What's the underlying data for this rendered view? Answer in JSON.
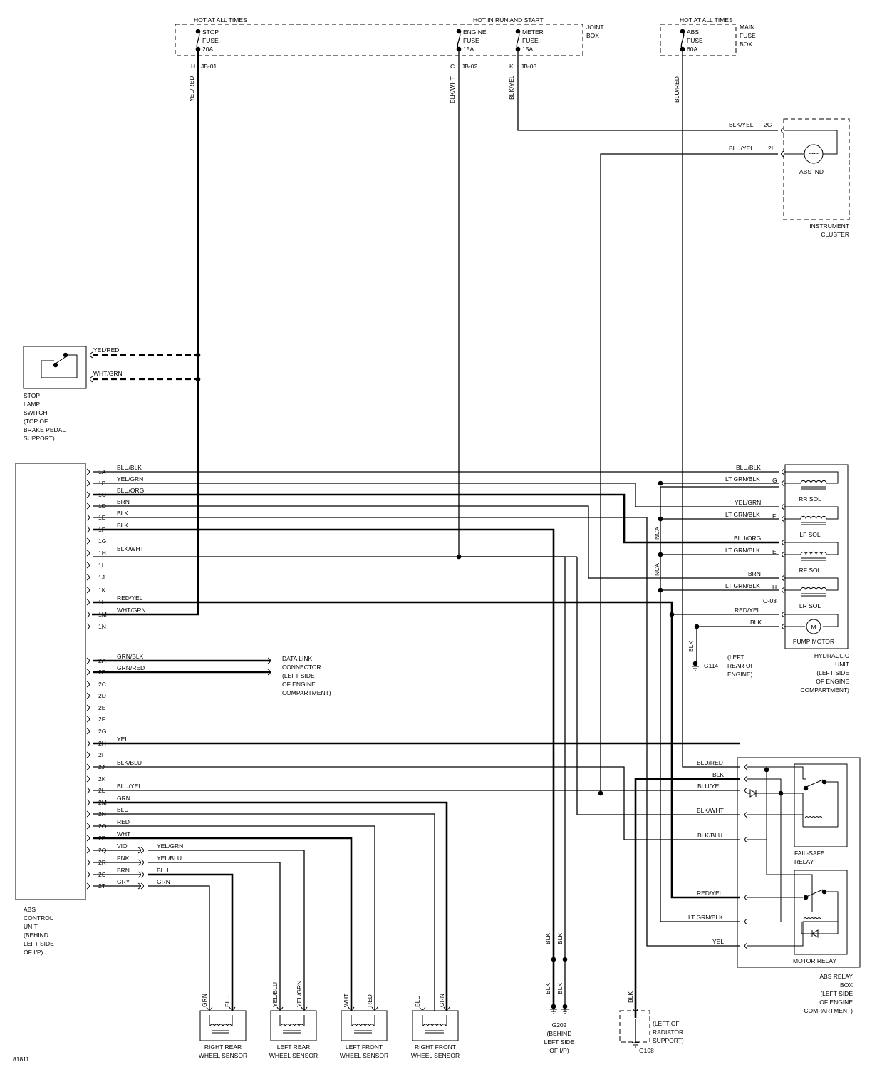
{
  "fuses": {
    "hot_all_times_1": "HOT AT ALL TIMES",
    "hot_run_start": "HOT IN RUN AND START",
    "hot_all_times_2": "HOT AT ALL TIMES",
    "joint_box": [
      "JOINT",
      "BOX"
    ],
    "main_fuse_box": [
      "MAIN",
      "FUSE",
      "BOX"
    ],
    "stop": [
      "STOP",
      "FUSE",
      "20A"
    ],
    "engine": [
      "ENGINE",
      "FUSE",
      "15A"
    ],
    "meter": [
      "METER",
      "FUSE",
      "15A"
    ],
    "abs": [
      "ABS",
      "FUSE",
      "60A"
    ],
    "pins": {
      "h": "H",
      "c": "C",
      "k": "K"
    },
    "jb": {
      "jb01": "JB-01",
      "jb02": "JB-02",
      "jb03": "JB-03"
    }
  },
  "vwires": {
    "yelred": "YEL/RED",
    "blkwht": "BLK/WHT",
    "blkyel": "BLK/YEL",
    "blured": "BLU/RED"
  },
  "cluster": {
    "w1": "BLK/YEL",
    "p1": "2G",
    "w2": "BLU/YEL",
    "p2": "2I",
    "ind": "ABS IND",
    "label": [
      "INSTRUMENT",
      "CLUSTER"
    ]
  },
  "stop_switch": {
    "w1": "YEL/RED",
    "w2": "WHT/GRN",
    "label": [
      "STOP",
      "LAMP",
      "SWITCH",
      "(TOP OF",
      "BRAKE PEDAL",
      "SUPPORT)"
    ]
  },
  "ecu": {
    "pins1": [
      {
        "pin": "1A",
        "wire": "BLU/BLK"
      },
      {
        "pin": "1B",
        "wire": "YEL/GRN"
      },
      {
        "pin": "1C",
        "wire": "BLU/ORG"
      },
      {
        "pin": "1D",
        "wire": "BRN"
      },
      {
        "pin": "1E",
        "wire": "BLK"
      },
      {
        "pin": "1F",
        "wire": "BLK"
      },
      {
        "pin": "1G",
        "wire": ""
      },
      {
        "pin": "1H",
        "wire": "BLK/WHT"
      },
      {
        "pin": "1I",
        "wire": ""
      },
      {
        "pin": "1J",
        "wire": ""
      },
      {
        "pin": "1K",
        "wire": ""
      },
      {
        "pin": "1L",
        "wire": "RED/YEL"
      },
      {
        "pin": "1M",
        "wire": "WHT/GRN"
      },
      {
        "pin": "1N",
        "wire": ""
      }
    ],
    "pins2": [
      {
        "pin": "2A",
        "wire": "GRN/BLK"
      },
      {
        "pin": "2B",
        "wire": "GRN/RED"
      },
      {
        "pin": "2C",
        "wire": ""
      },
      {
        "pin": "2D",
        "wire": ""
      },
      {
        "pin": "2E",
        "wire": ""
      },
      {
        "pin": "2F",
        "wire": ""
      },
      {
        "pin": "2G",
        "wire": ""
      },
      {
        "pin": "2H",
        "wire": "YEL"
      },
      {
        "pin": "2I",
        "wire": ""
      },
      {
        "pin": "2J",
        "wire": "BLK/BLU"
      },
      {
        "pin": "2K",
        "wire": ""
      },
      {
        "pin": "2L",
        "wire": "BLU/YEL"
      },
      {
        "pin": "2M",
        "wire": "GRN"
      },
      {
        "pin": "2N",
        "wire": "BLU"
      },
      {
        "pin": "2O",
        "wire": "RED"
      },
      {
        "pin": "2P",
        "wire": "WHT"
      },
      {
        "pin": "2Q",
        "wire": "VIO"
      },
      {
        "pin": "2R",
        "wire": "PNK"
      },
      {
        "pin": "2S",
        "wire": "BRN"
      },
      {
        "pin": "2T",
        "wire": "GRY"
      }
    ],
    "conn2": [
      "YEL/GRN",
      "YEL/BLU",
      "BLU",
      "GRN"
    ],
    "label": [
      "ABS",
      "CONTROL",
      "UNIT",
      "(BEHIND",
      "LEFT SIDE",
      "OF I/P)"
    ]
  },
  "dlc": {
    "label": [
      "DATA LINK",
      "CONNECTOR",
      "(LEFT SIDE",
      "OF ENGINE",
      "COMPARTMENT)"
    ]
  },
  "hyd": {
    "wires": [
      "BLU/BLK",
      "LT GRN/BLK",
      "YEL/GRN",
      "LT GRN/BLK",
      "BLU/ORG",
      "LT GRN/BLK",
      "BRN",
      "LT GRN/BLK",
      "RED/YEL",
      "BLK"
    ],
    "pins": [
      "G",
      "F",
      "E",
      "H"
    ],
    "o03": "O-03",
    "sols": [
      "RR SOL",
      "LF SOL",
      "RF SOL",
      "LR SOL"
    ],
    "pump": "PUMP MOTOR",
    "motor_m": "M",
    "nca": "NCA",
    "gnd_wire": "BLK",
    "g114": "G114",
    "g114_label": [
      "(LEFT",
      "REAR OF",
      "ENGINE)"
    ],
    "label": [
      "HYDRAULIC",
      "UNIT",
      "(LEFT SIDE",
      "OF ENGINE",
      "COMPARTMENT)"
    ]
  },
  "relay": {
    "wires": [
      "BLU/RED",
      "BLK",
      "BLU/YEL",
      "BLK/WHT",
      "BLK/BLU",
      "RED/YEL",
      "LT GRN/BLK",
      "YEL"
    ],
    "failsafe": [
      "FAIL-SAFE",
      "RELAY"
    ],
    "motor": "MOTOR RELAY",
    "label": [
      "ABS RELAY",
      "BOX",
      "(LEFT SIDE",
      "OF ENGINE",
      "COMPARTMENT)"
    ]
  },
  "sensors": [
    {
      "w1": "GRN",
      "w2": "BLU",
      "label": [
        "RIGHT REAR",
        "WHEEL SENSOR"
      ]
    },
    {
      "w1": "YEL/BLU",
      "w2": "YEL/GRN",
      "label": [
        "LEFT REAR",
        "WHEEL SENSOR"
      ]
    },
    {
      "w1": "WHT",
      "w2": "RED",
      "label": [
        "LEFT FRONT",
        "WHEEL SENSOR"
      ]
    },
    {
      "w1": "BLU",
      "w2": "GRN",
      "label": [
        "RIGHT FRONT",
        "WHEEL SENSOR"
      ]
    }
  ],
  "grounds": {
    "blk": "BLK",
    "g202": "G202",
    "g202_label": [
      "(BEHIND",
      "LEFT SIDE",
      "OF I/P)"
    ],
    "g108": "G108",
    "g108_label": [
      "(LEFT OF",
      "RADIATOR",
      "SUPPORT)"
    ]
  },
  "figure_id": "81811"
}
